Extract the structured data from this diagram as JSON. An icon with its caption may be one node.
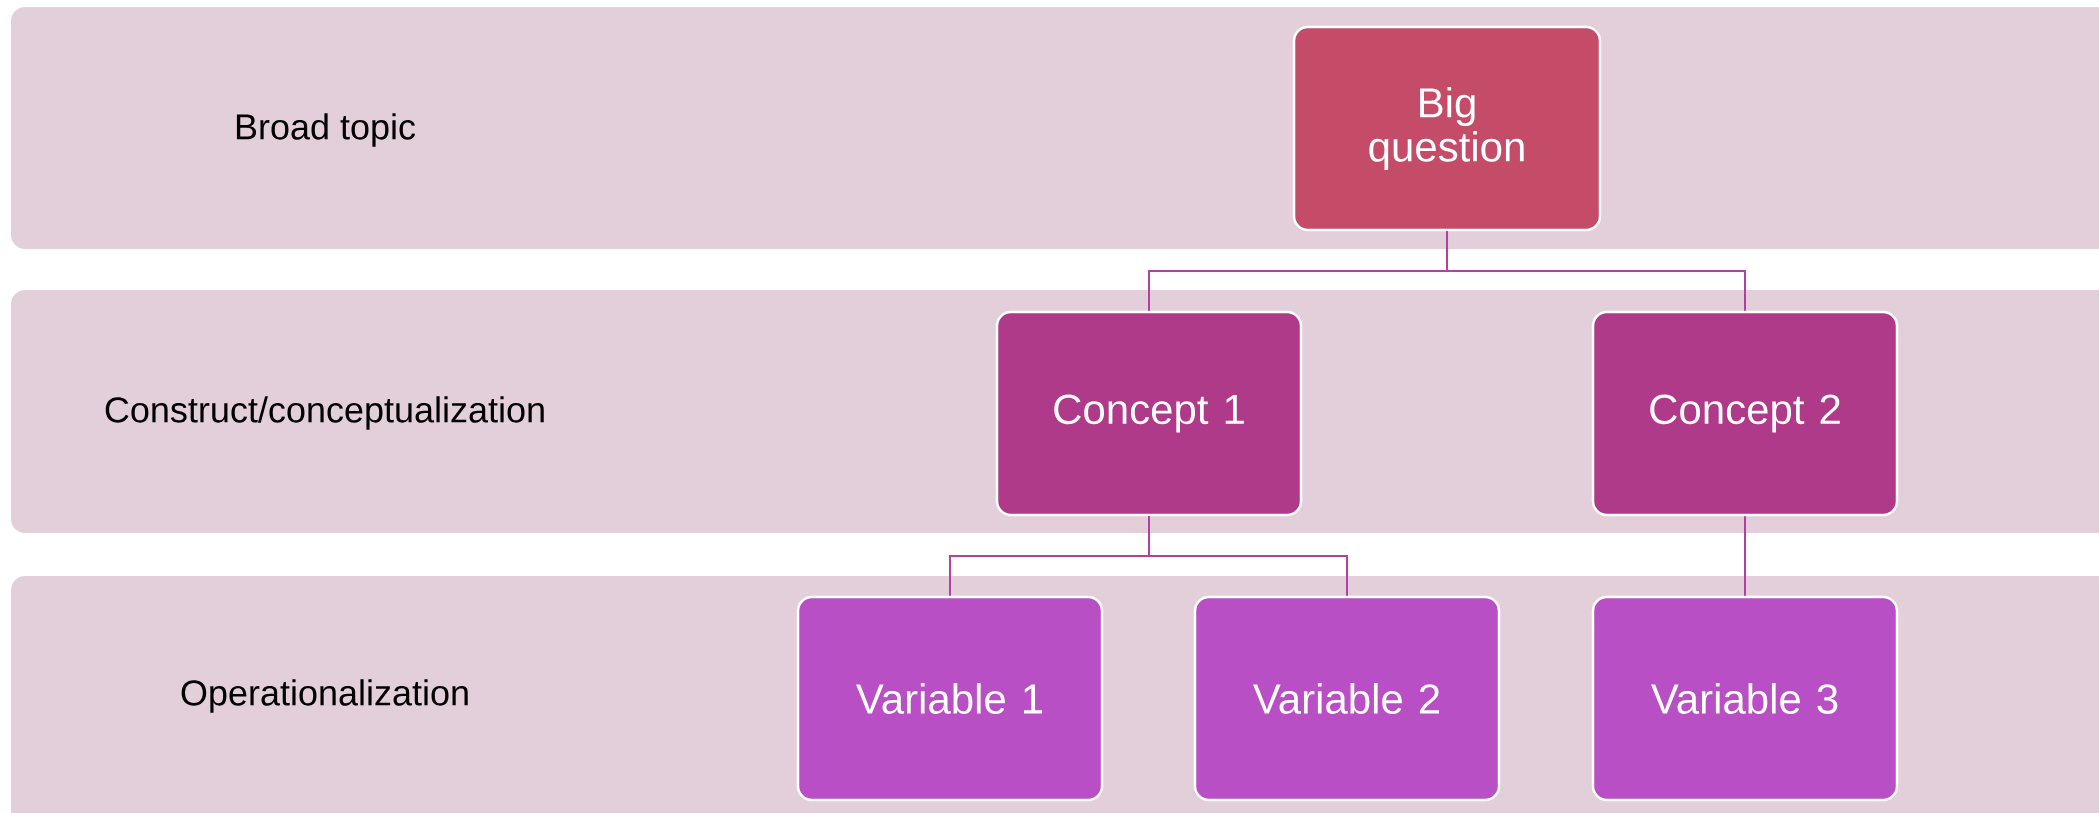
{
  "diagram": {
    "nodes": [
      {
        "text": [
          "Broad topic"
        ]
      },
      {
        "text": [
          "Big question"
        ],
        "in": 0
      },
      {
        "text": [
          "Construct/conceptualization"
        ]
      },
      {
        "text": [
          "Concept 1"
        ],
        "in": 2
      },
      {
        "text": [
          "Concept 2"
        ],
        "in": 2
      },
      {
        "text": [
          "Operationalization"
        ]
      },
      {
        "text": [
          "Variable 1"
        ],
        "in": 5
      },
      {
        "text": [
          "Variable 2"
        ],
        "in": 5
      },
      {
        "text": [
          "Variable 3"
        ],
        "in": 5
      }
    ],
    "edges": [
      {
        "from": 1,
        "to": 3,
        "arrow": "none"
      },
      {
        "from": 1,
        "to": 4,
        "arrow": "none"
      },
      {
        "from": 3,
        "to": 6,
        "arrow": "none"
      },
      {
        "from": 3,
        "to": 7,
        "arrow": "none"
      },
      {
        "from": 4,
        "to": 8,
        "arrow": "none"
      }
    ]
  }
}
